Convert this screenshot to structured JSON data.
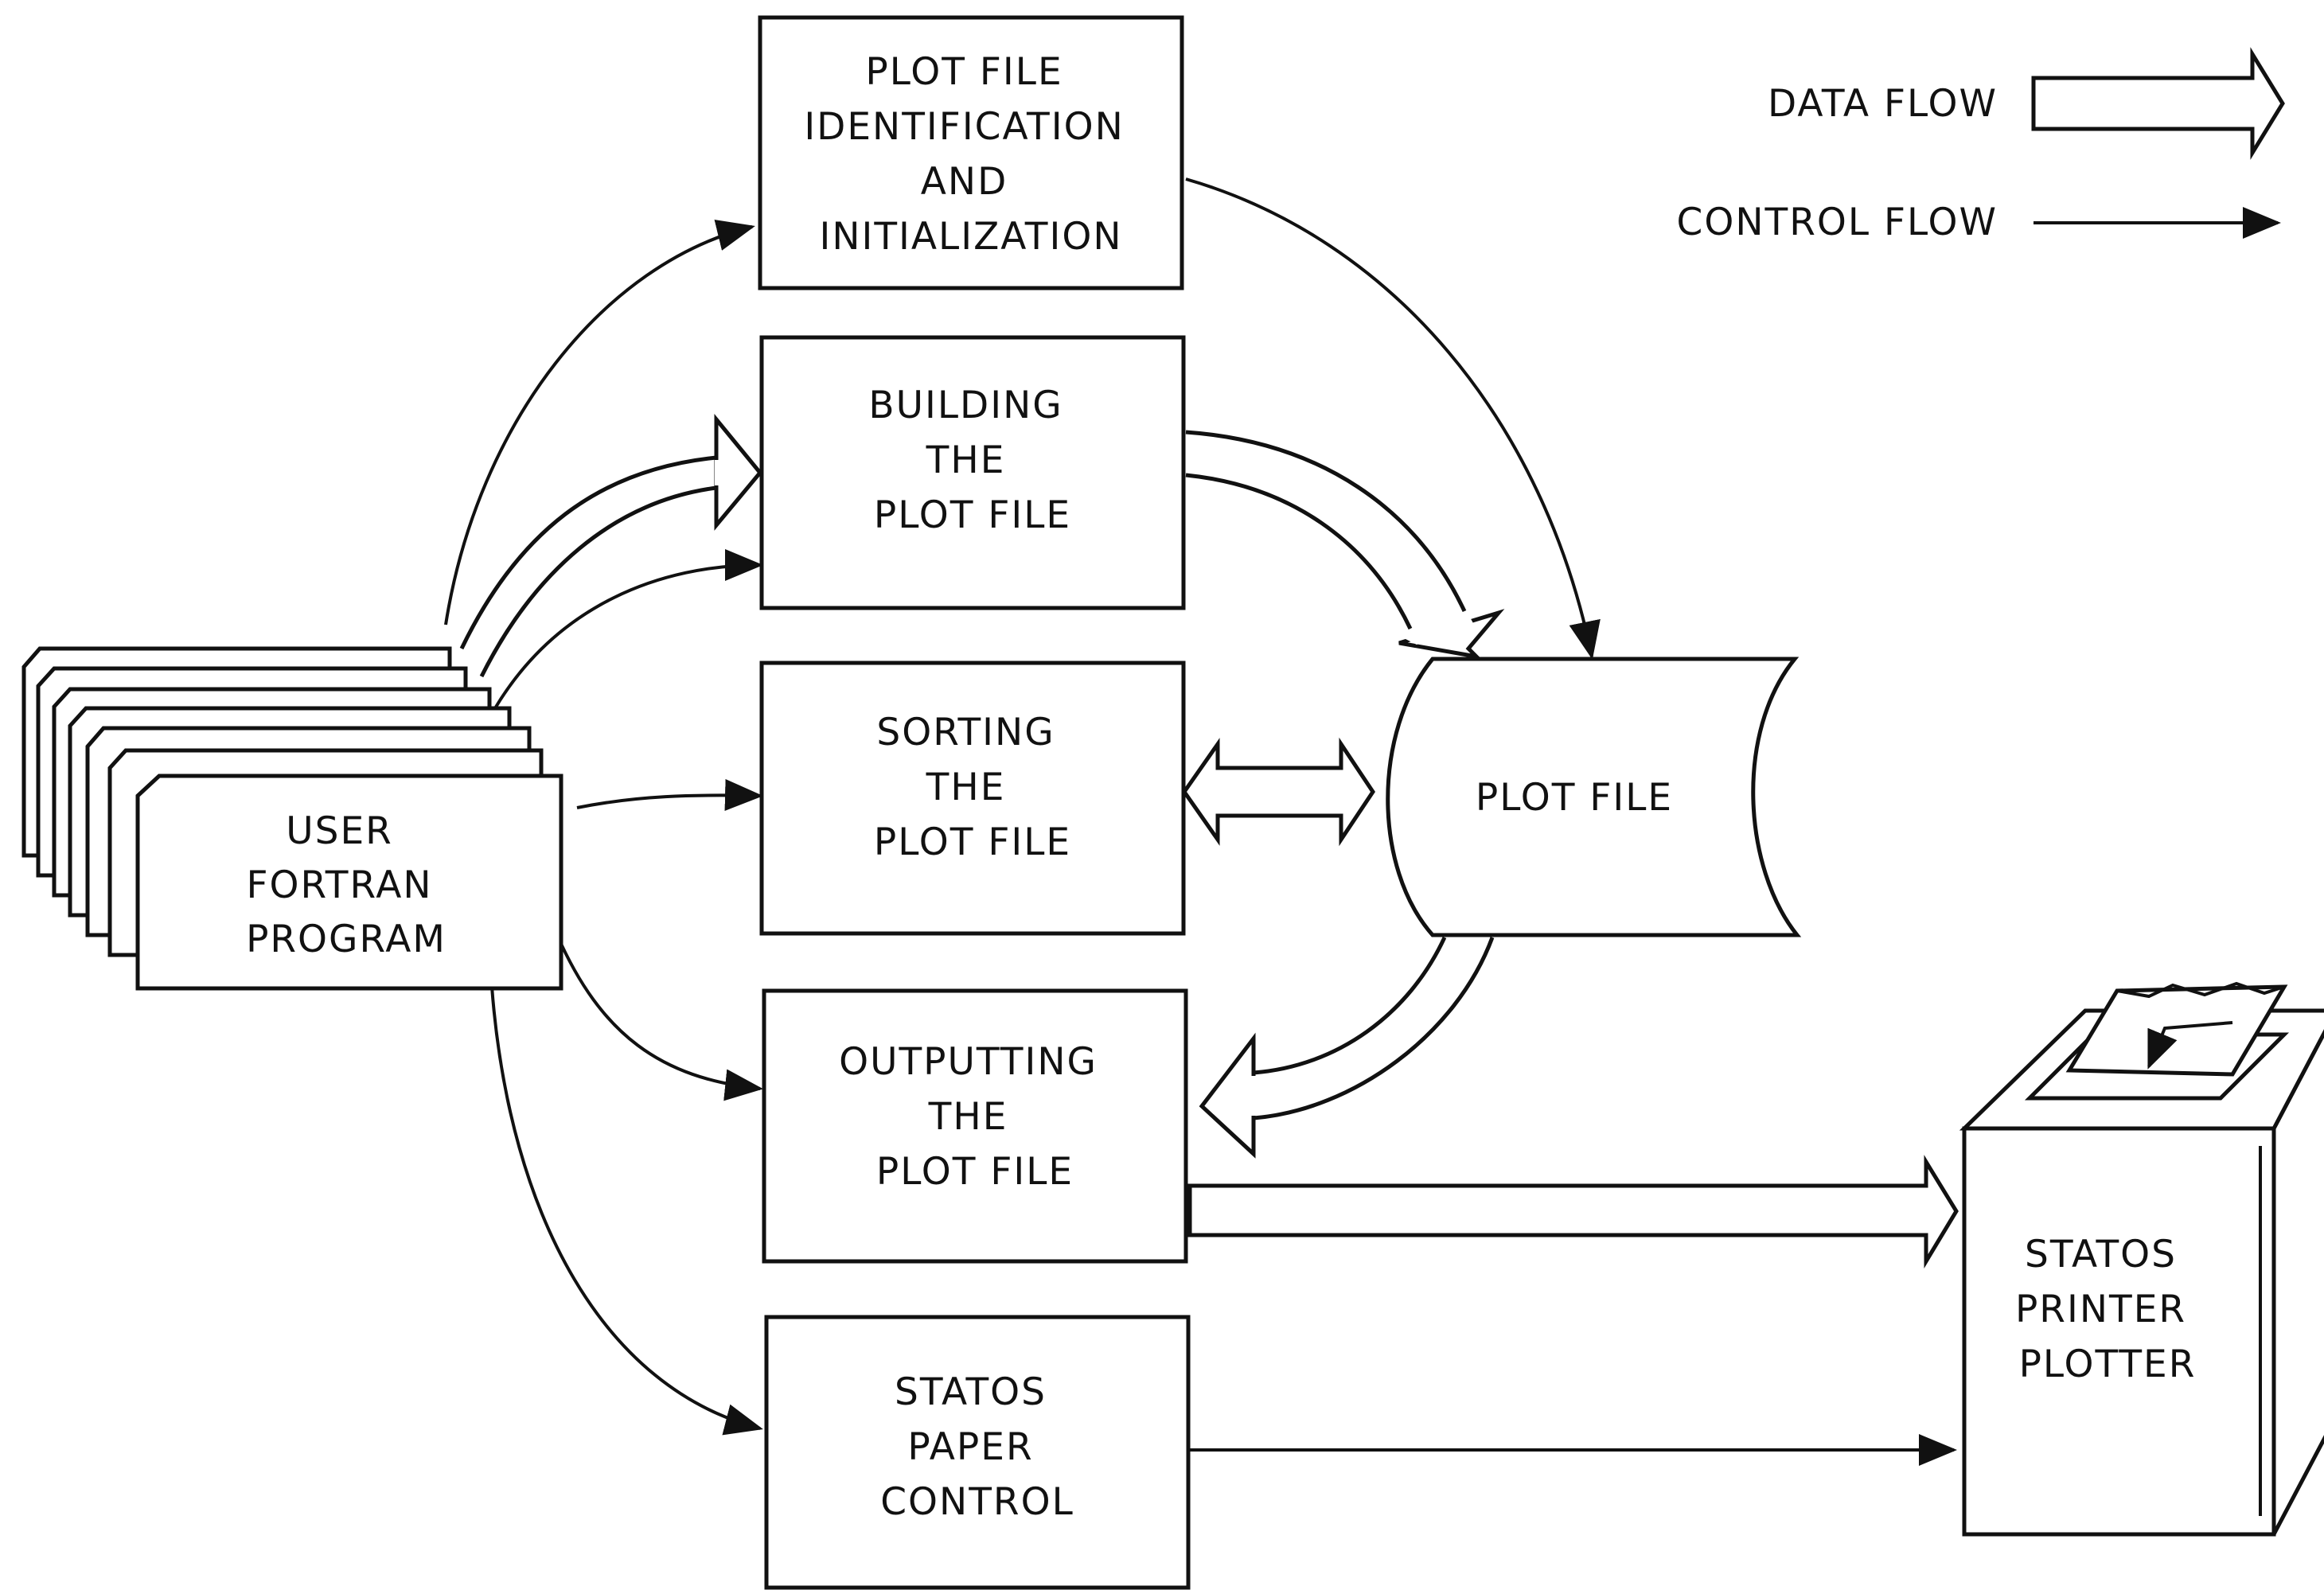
{
  "legend": {
    "data_flow": "DATA FLOW",
    "control_flow": "CONTROL FLOW"
  },
  "nodes": {
    "user_program": [
      "USER",
      "FORTRAN",
      "PROGRAM"
    ],
    "identification": [
      "PLOT FILE",
      "IDENTIFICATION",
      "AND",
      "INITIALIZATION"
    ],
    "building": [
      "BUILDING",
      "THE",
      "PLOT FILE"
    ],
    "sorting": [
      "SORTING",
      "THE",
      "PLOT FILE"
    ],
    "outputting": [
      "OUTPUTTING",
      "THE",
      "PLOT FILE"
    ],
    "paper_control": [
      "STATOS",
      "PAPER",
      "CONTROL"
    ],
    "plot_file": [
      "PLOT FILE"
    ],
    "printer": [
      "STATOS",
      "PRINTER",
      "PLOTTER"
    ]
  },
  "colors": {
    "ink": "#111111",
    "paper": "#ffffff"
  }
}
